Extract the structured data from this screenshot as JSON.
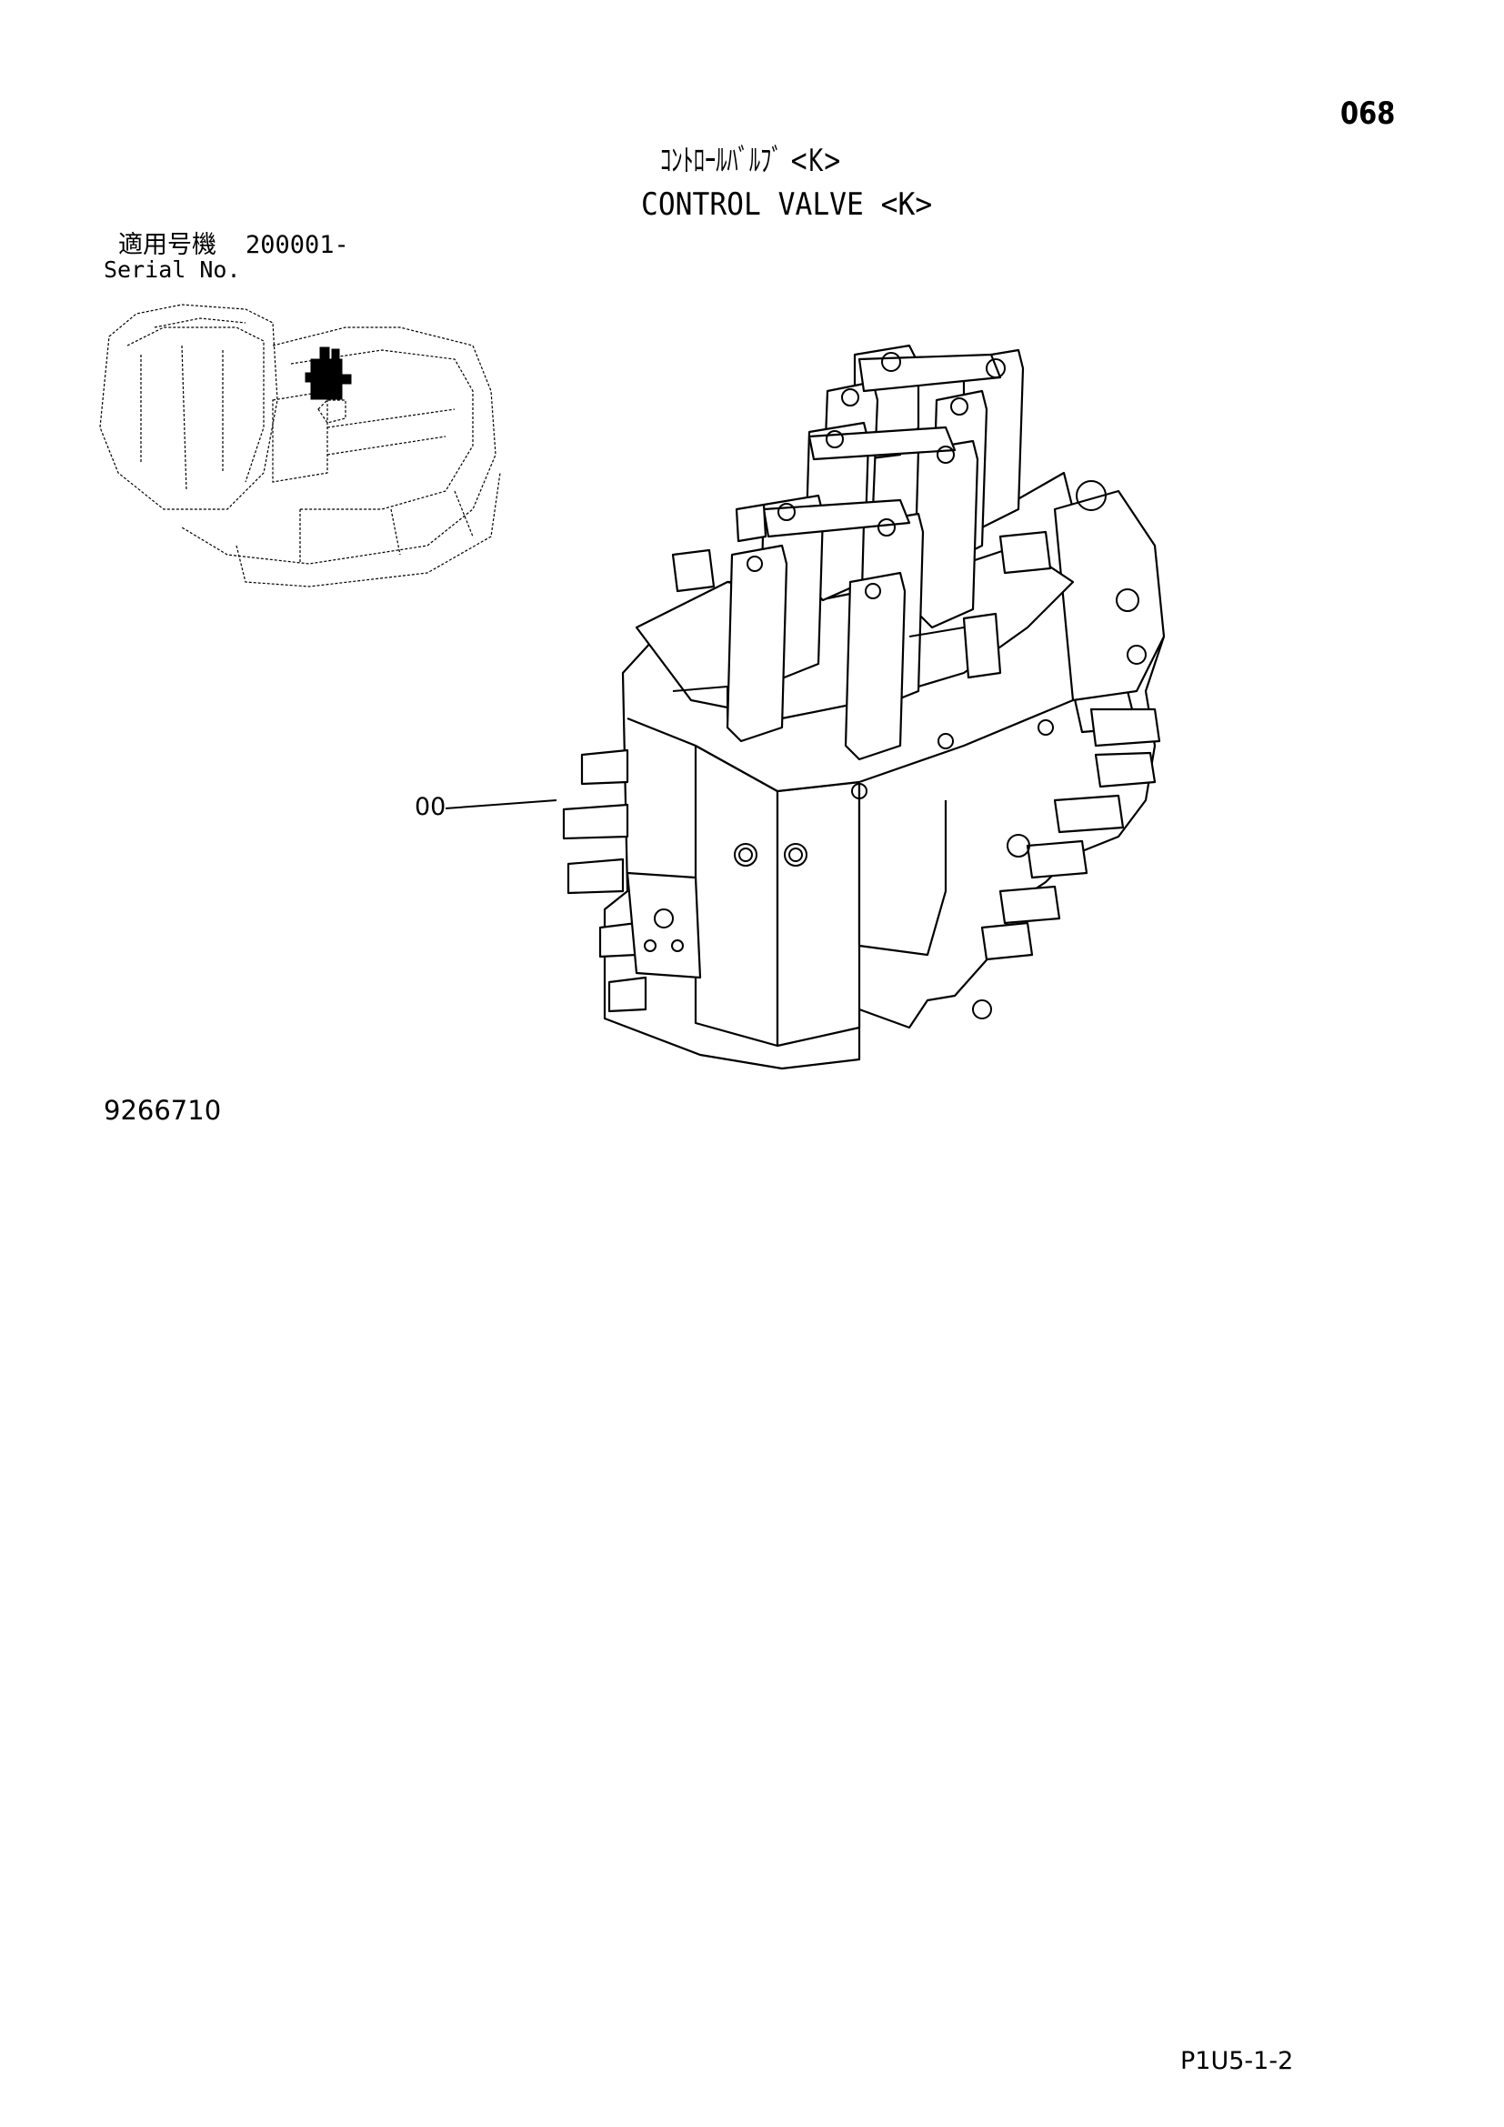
{
  "header": {
    "page_number": "068",
    "title_jp": "ｺﾝﾄﾛｰﾙﾊﾞﾙﾌﾞ <K>",
    "title_en": "CONTROL VALVE <K>"
  },
  "serial": {
    "label_jp": "適用号機",
    "value": "200001-",
    "label_en": "Serial No."
  },
  "drawing": {
    "callout": "00",
    "number": "9266710"
  },
  "footer": {
    "page_code": "P1U5-1-2"
  }
}
